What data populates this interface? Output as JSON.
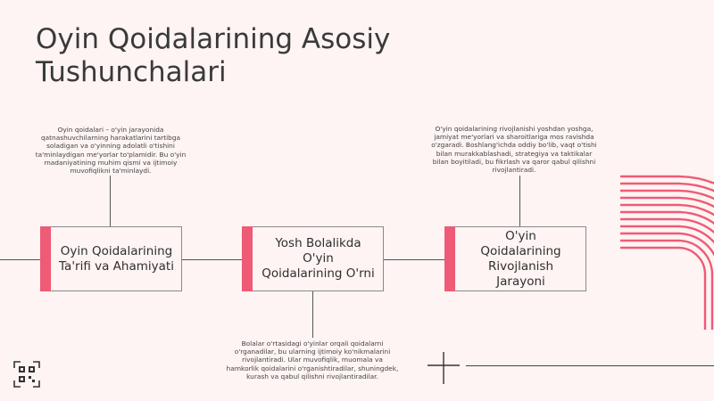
{
  "title": "Oyin Qoidalarining Asosiy Tushunchalari",
  "boxes": [
    {
      "label": "Oyin Qoidalarining Ta'rifi va Ahamiyati"
    },
    {
      "label": "Yosh Bolalikda O'yin Qoidalarining O'rni"
    },
    {
      "label": "O'yin Qoidalarining Rivojlanish Jarayoni"
    }
  ],
  "descriptions": [
    "Oyin qoidalari – o'yin jarayonida qatnashuvchilarning harakatlarini tartibga soladigan va o'yinning adolatli o'tishini ta'minlaydigan me'yorlar to'plamidir. Bu o'yin madaniyatining muhim qismi va ijtimoiy muvofiqlikni ta'minlaydi.",
    "Bolalar o'rtasidagi o'yinlar orqali qoidalarni o'rganadilar, bu ularning ijtimoiy ko'nikmalarini rivojlantiradi. Ular muvofiqlik, muomala va hamkorlik qoidalarini o'rganishtiradilar, shuningdek, kurash va qabul qilishni rivojlantiradilar.",
    "O'yin qoidalarining rivojlanishi yoshdan yoshga, jamiyat me'yorlari va sharoitlariga mos ravishda o'zgaradi. Boshlang'ichda oddiy bo'lib, vaqt o'tishi bilan murakkablashadi, strategiya va taktikalar bilan boyitiladi, bu fikrlash va qaror qabul qilishni rivojlantiradi."
  ],
  "colors": {
    "accent": "#ef5a75",
    "background": "#fdf4f3",
    "line": "#555555"
  },
  "icons": [
    "qr-code-icon",
    "plus-cross-icon",
    "concentric-arcs-decoration"
  ]
}
